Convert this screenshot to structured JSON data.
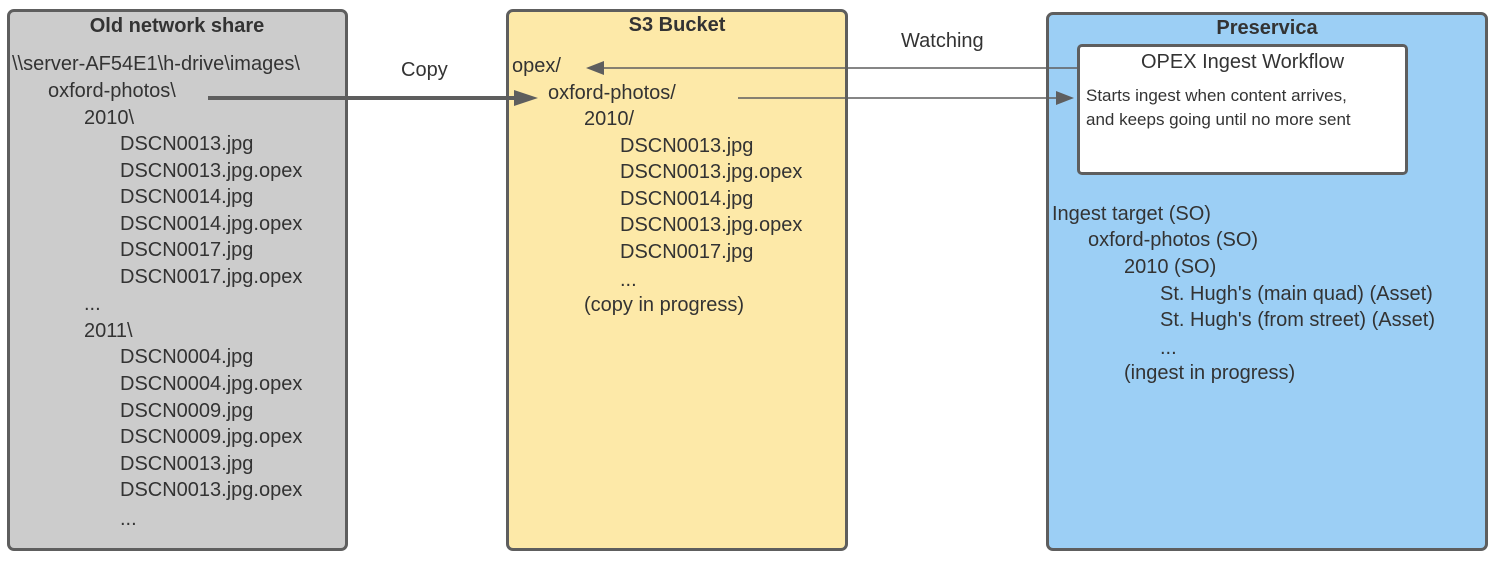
{
  "old_share": {
    "title": "Old network share",
    "lines": [
      "\\\\server-AF54E1\\h-drive\\images\\",
      "oxford-photos\\",
      "2010\\",
      "DSCN0013.jpg",
      "DSCN0013.jpg.opex",
      "DSCN0014.jpg",
      "DSCN0014.jpg.opex",
      "DSCN0017.jpg",
      "DSCN0017.jpg.opex",
      "...",
      "2011\\",
      "DSCN0004.jpg",
      "DSCN0004.jpg.opex",
      "DSCN0009.jpg",
      "DSCN0009.jpg.opex",
      "DSCN0013.jpg",
      "DSCN0013.jpg.opex",
      "..."
    ]
  },
  "s3_bucket": {
    "title": "S3 Bucket",
    "lines": [
      "opex/",
      "oxford-photos/",
      "2010/",
      "DSCN0013.jpg",
      "DSCN0013.jpg.opex",
      "DSCN0014.jpg",
      "DSCN0013.jpg.opex",
      "DSCN0017.jpg",
      "...",
      "(copy in progress)"
    ]
  },
  "preservica": {
    "title": "Preservica",
    "workflow": {
      "title": "OPEX Ingest Workflow",
      "description_lines": [
        "Starts ingest when content arrives,",
        "and keeps going until no more sent"
      ]
    },
    "lines": [
      "Ingest target (SO)",
      "oxford-photos (SO)",
      "2010 (SO)",
      "St. Hugh's (main quad) (Asset)",
      "St. Hugh's (from street) (Asset)",
      "...",
      "(ingest in progress)"
    ]
  },
  "connectors": {
    "copy_label": "Copy",
    "watching_label": "Watching"
  },
  "colors": {
    "old_share_fill": "#cccccc",
    "s3_fill": "#fde9a8",
    "preservica_fill": "#9ccff5",
    "border": "#5e5e5e",
    "text": "#333333"
  }
}
